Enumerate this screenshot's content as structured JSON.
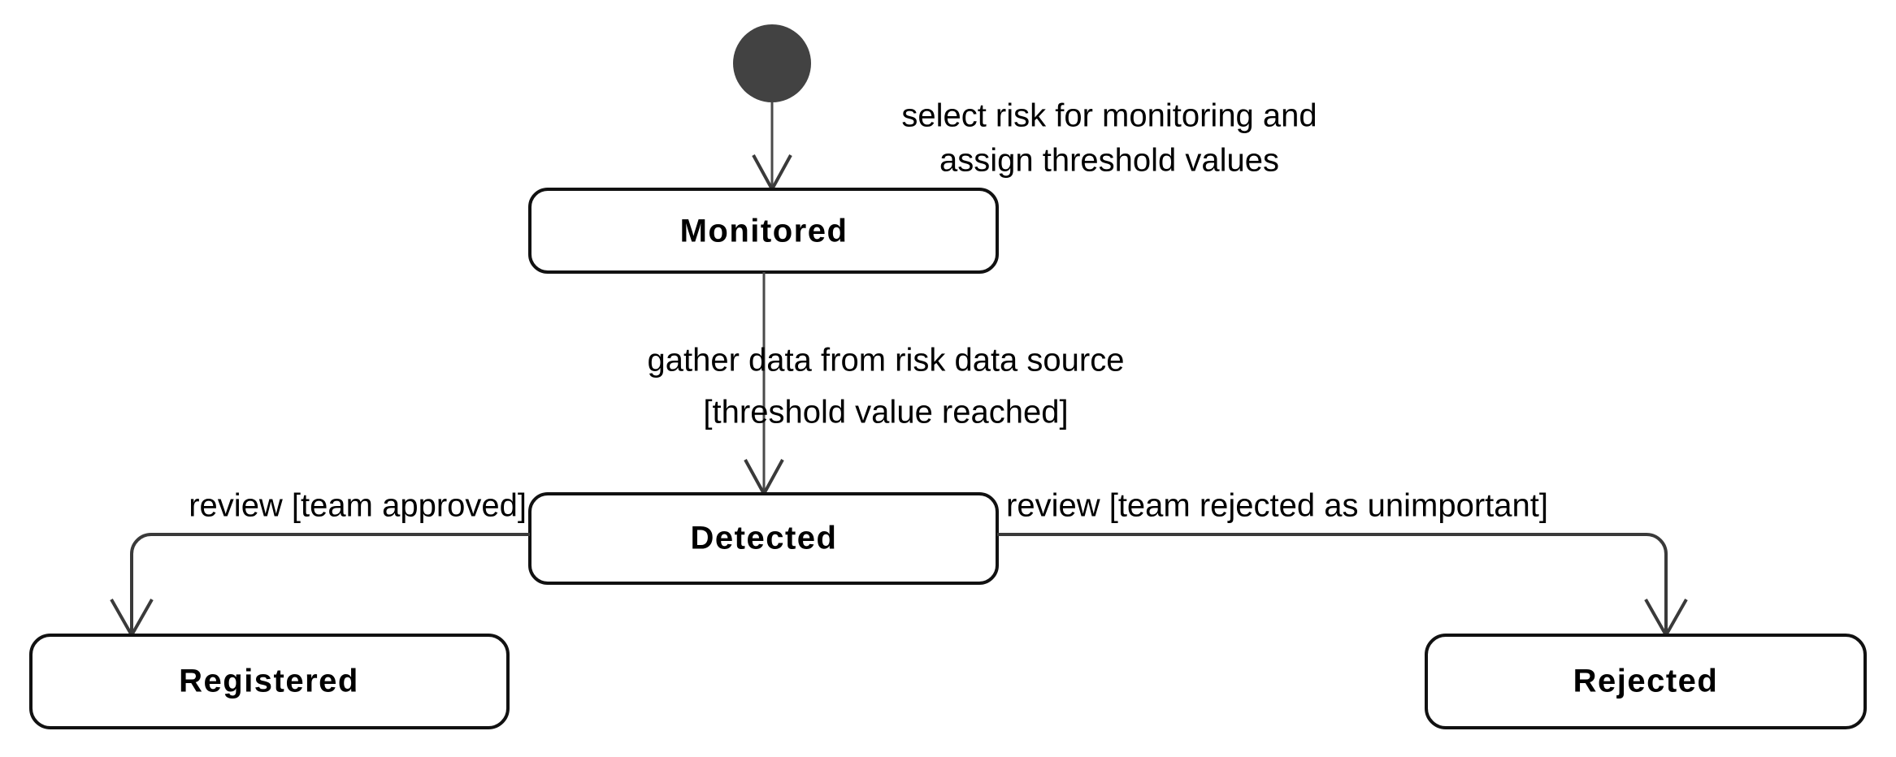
{
  "diagram": {
    "type": "uml-state-machine",
    "title": "Risk monitoring state machine",
    "background_color": "#ffffff",
    "line_color": "#3a3a3a",
    "box_border_color": "#111111",
    "initial_node_color": "#424242",
    "states": [
      {
        "id": "monitored",
        "label": "Monitored"
      },
      {
        "id": "detected",
        "label": "Detected"
      },
      {
        "id": "registered",
        "label": "Registered"
      },
      {
        "id": "rejected",
        "label": "Rejected"
      }
    ],
    "transitions": [
      {
        "id": "initial-to-monitored",
        "from": "initial",
        "to": "monitored",
        "label_lines": [
          "select risk for monitoring and",
          "assign threshold values"
        ]
      },
      {
        "id": "monitored-to-detected",
        "from": "monitored",
        "to": "detected",
        "label_lines": [
          "gather data from risk data source",
          "[threshold value reached]"
        ]
      },
      {
        "id": "detected-to-registered",
        "from": "detected",
        "to": "registered",
        "label_lines": [
          "review  [team approved]"
        ]
      },
      {
        "id": "detected-to-rejected",
        "from": "detected",
        "to": "rejected",
        "label_lines": [
          "review  [team rejected as unimportant]"
        ]
      }
    ]
  }
}
